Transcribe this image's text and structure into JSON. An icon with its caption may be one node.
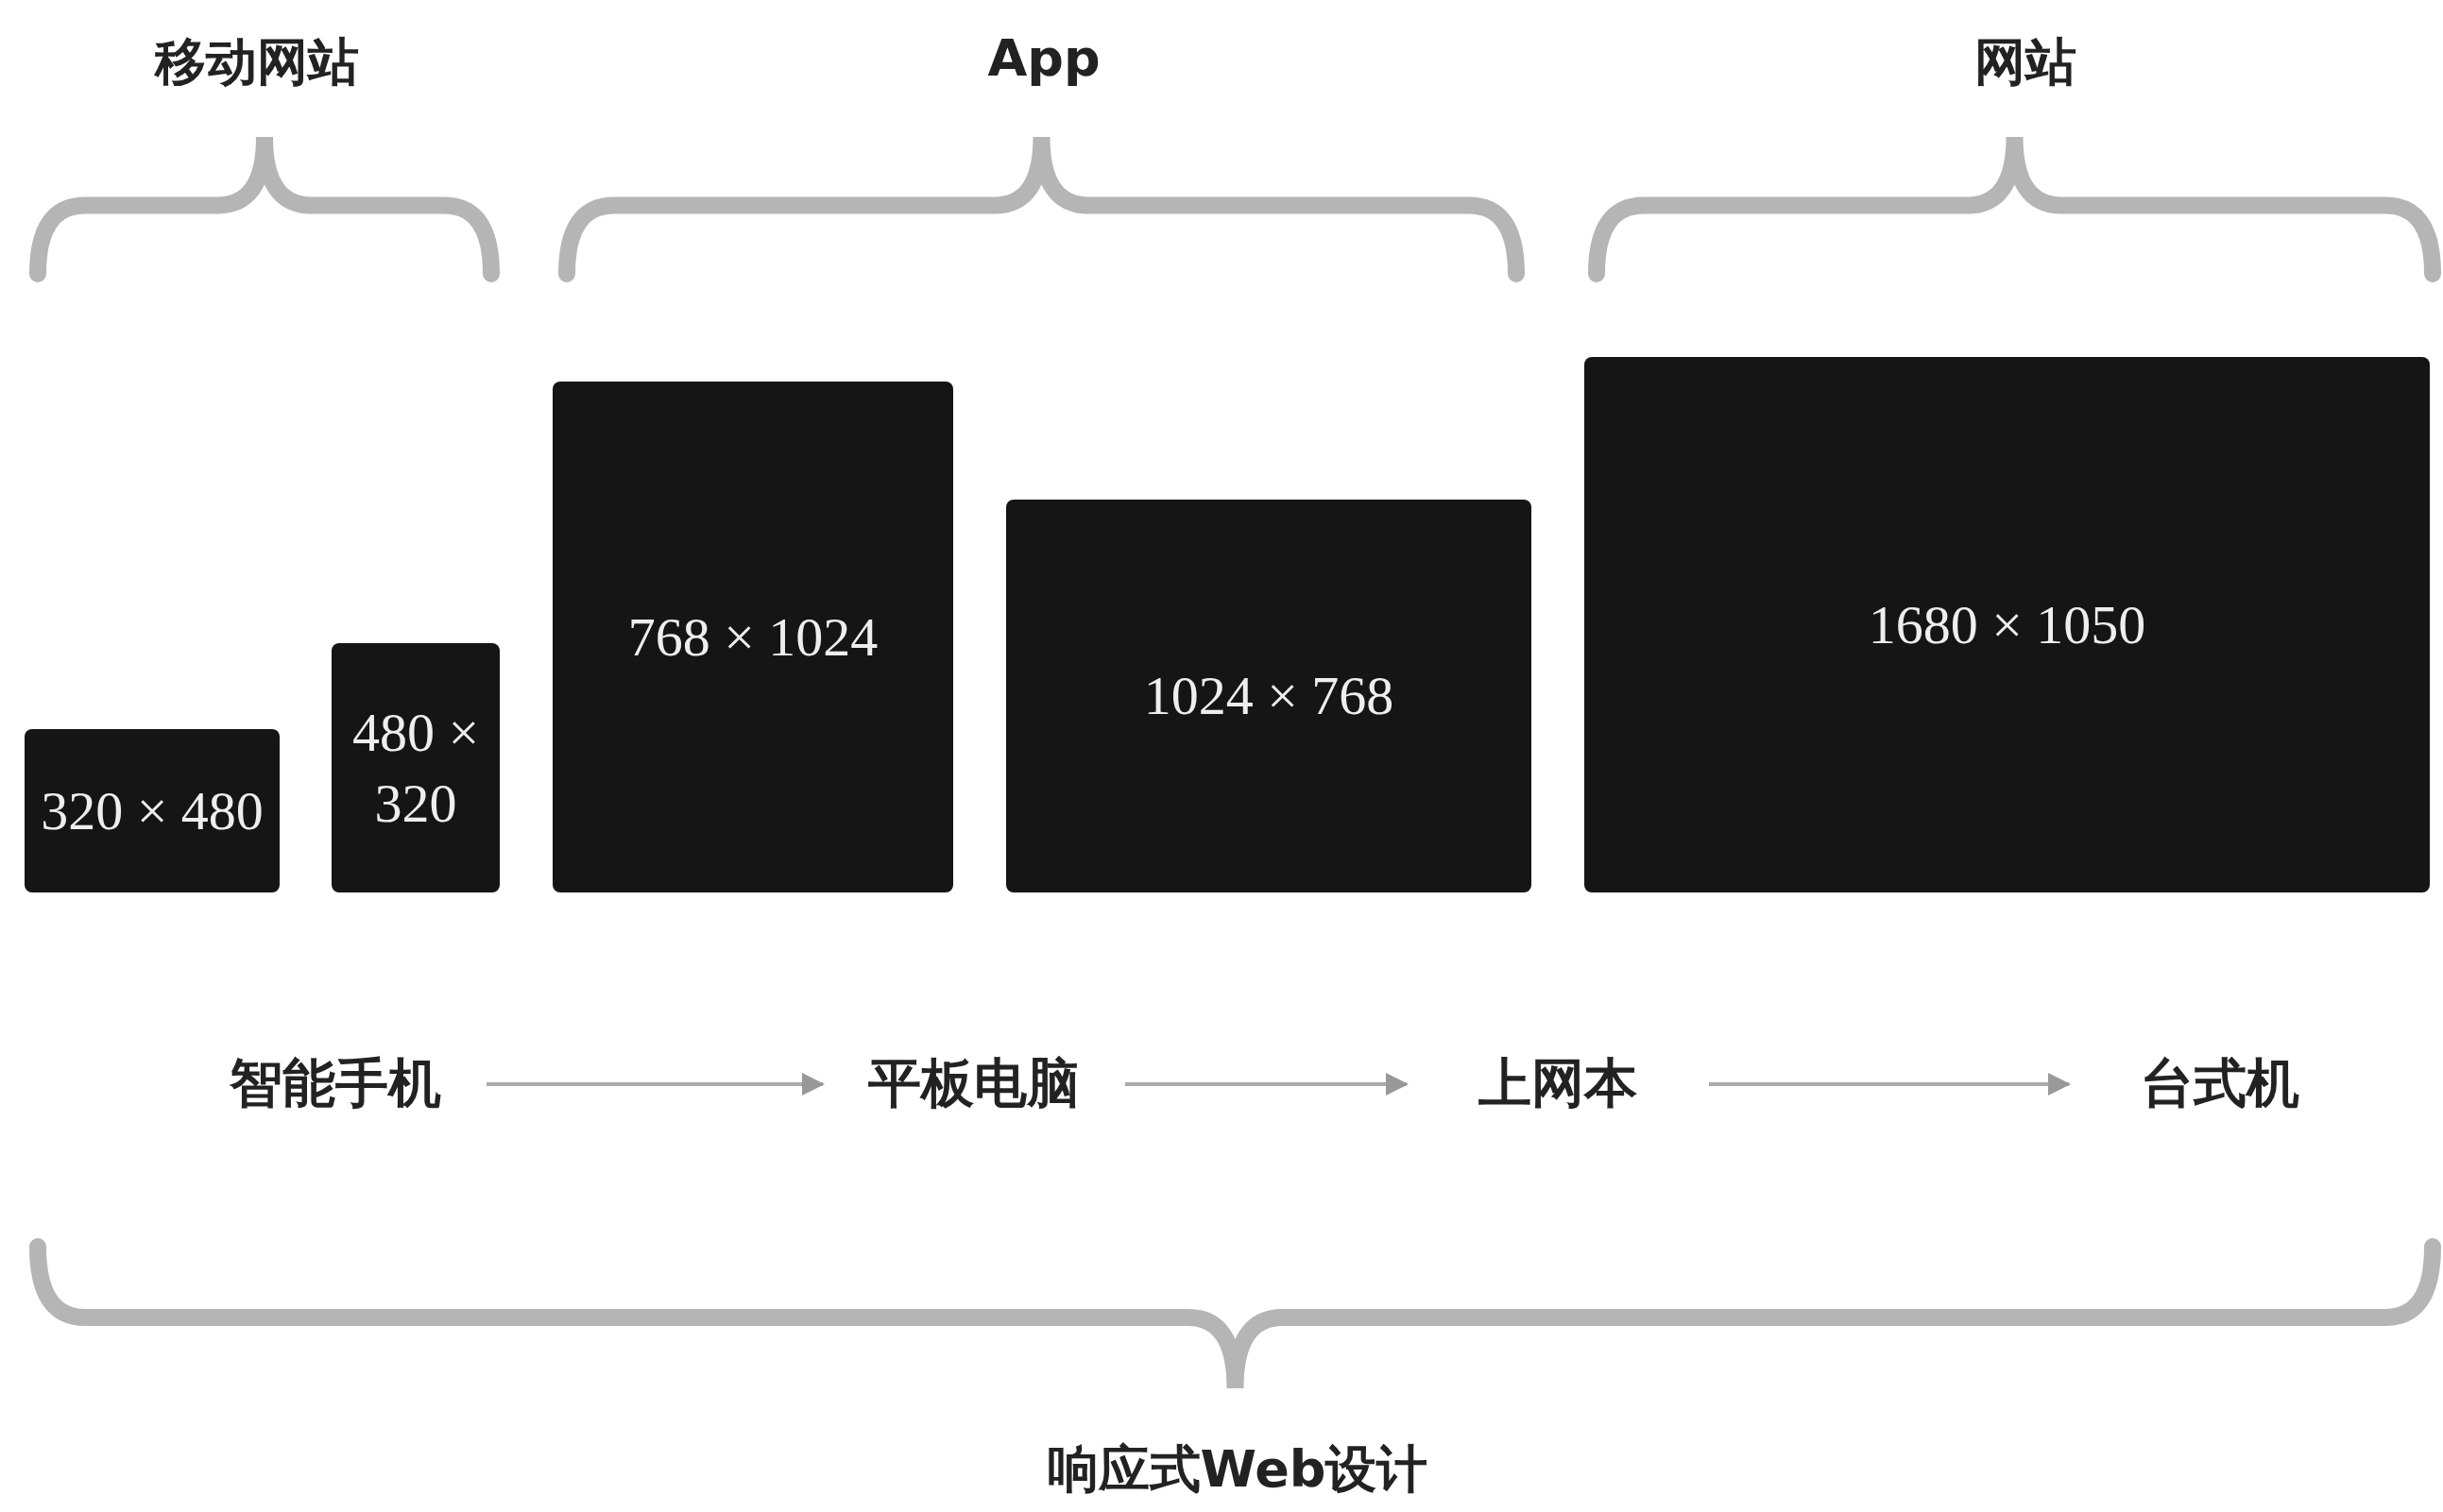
{
  "diagram": {
    "nodes": [
      {
        "text": [
          "320 × 480"
        ]
      },
      {
        "text": [
          "480 × 320"
        ]
      },
      {
        "text": [
          "768 × 1024"
        ]
      },
      {
        "text": [
          "1024 × 768"
        ]
      },
      {
        "text": [
          "1680 × 1050"
        ]
      },
      {
        "text": [
          "智能手机"
        ]
      },
      {
        "text": [
          "平板电脑"
        ]
      },
      {
        "text": [
          "上网本"
        ]
      },
      {
        "text": [
          "台式机"
        ]
      }
    ],
    "edges": [
      {
        "from": 5,
        "to": 6,
        "arrow": "to"
      },
      {
        "from": 6,
        "to": 7,
        "arrow": "to"
      },
      {
        "from": 7,
        "to": 8,
        "arrow": "to"
      }
    ],
    "labels": [
      "移动网站",
      "App",
      "网站",
      "响应式Web设计"
    ]
  }
}
